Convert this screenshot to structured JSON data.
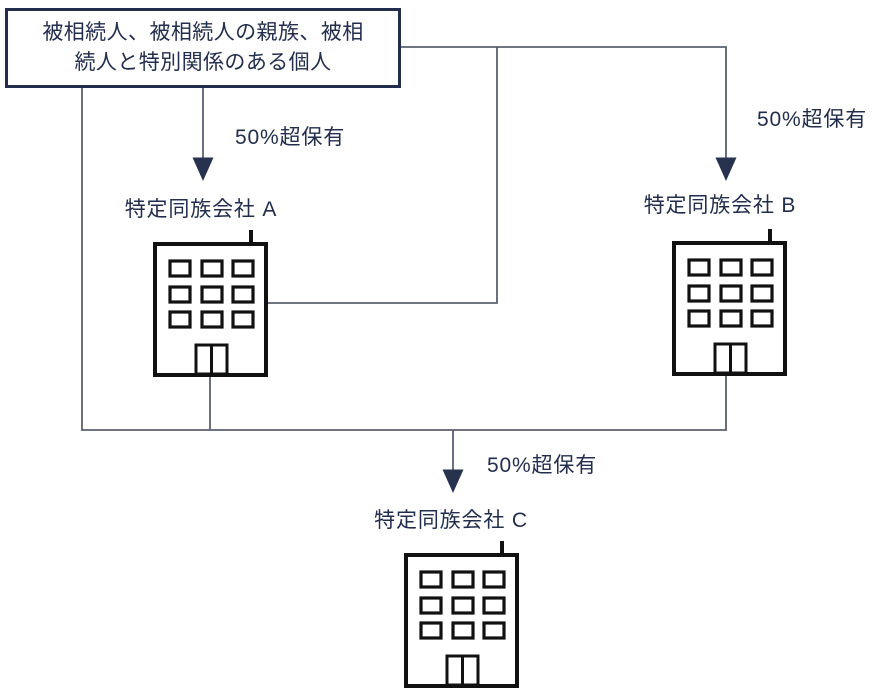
{
  "diagram": {
    "background": "#ffffff",
    "colors": {
      "text": "#232e4e",
      "box_border": "#232e4e",
      "connector": "#5a6070",
      "arrow": "#27324f",
      "building": "#111111"
    },
    "owner_box": {
      "text": "被相続人、被相続人の親族、被相\n続人と特別関係のある個人"
    },
    "ownership_label": "50%超保有",
    "companies": [
      {
        "name": "特定同族会社 A"
      },
      {
        "name": "特定同族会社 B"
      },
      {
        "name": "特定同族会社 C"
      }
    ]
  }
}
